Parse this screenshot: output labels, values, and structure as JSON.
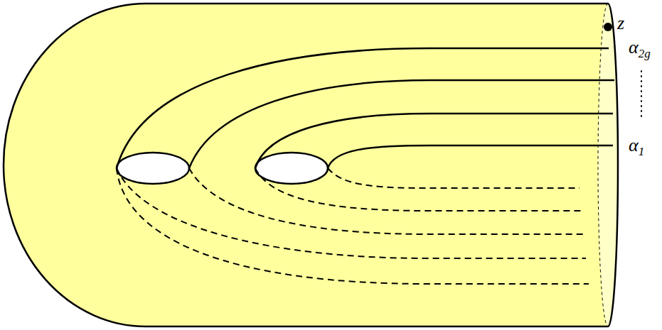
{
  "diagram": {
    "labels": [
      "z",
      "α2g",
      "α1"
    ]
  }
}
